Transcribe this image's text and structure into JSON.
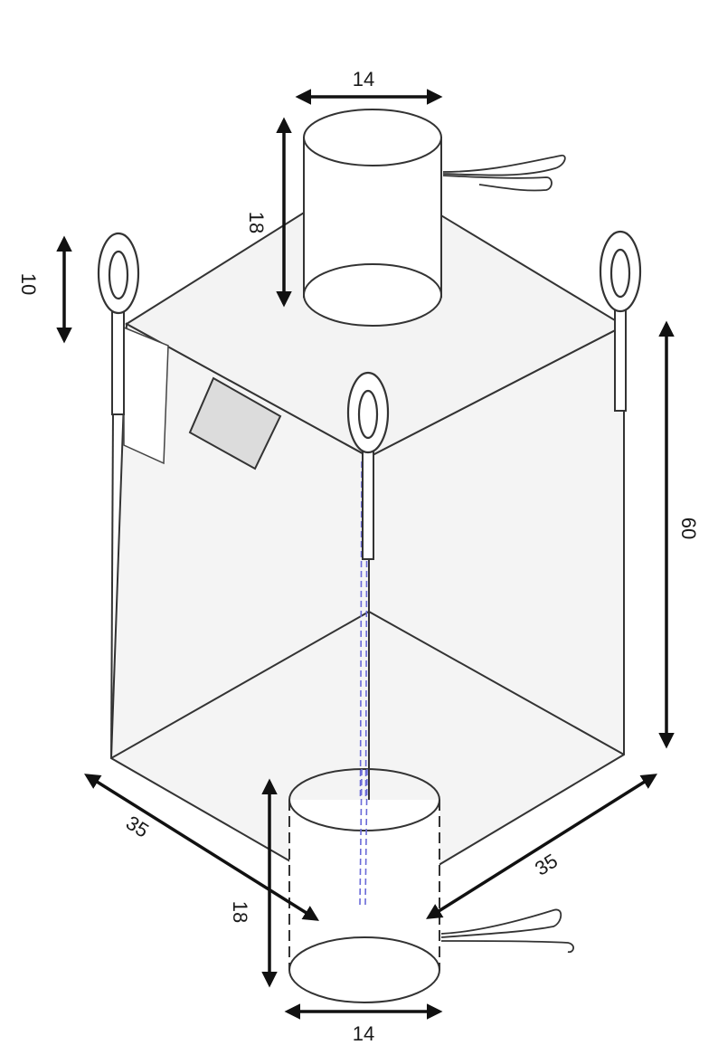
{
  "colors": {
    "top_face": "#f3f3f3",
    "side_face": "#f4f4f4",
    "label_patch": "#dcdcdc",
    "seam": "#6a6ad8",
    "arrow": "#111111",
    "outline": "#333333"
  },
  "dimensions": {
    "top_spout_width": "14",
    "top_spout_height": "18",
    "loop_height": "10",
    "bag_height": "60",
    "base_left": "35",
    "base_right": "35",
    "bottom_spout_height": "18",
    "bottom_spout_width": "14"
  }
}
